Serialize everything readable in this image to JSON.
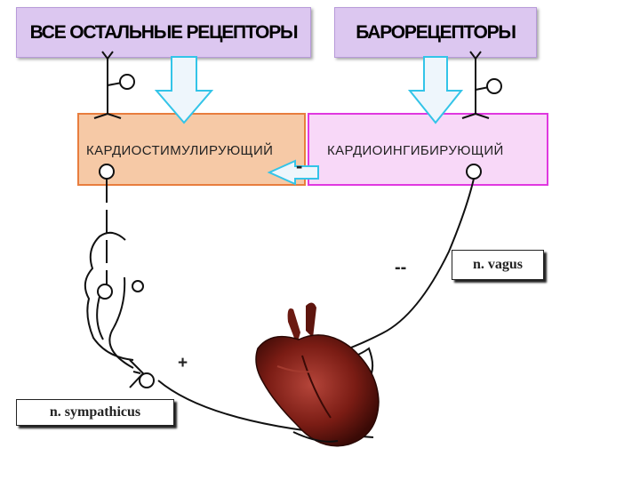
{
  "receptors": {
    "other": "ВСЕ ОСТАЛЬНЫЕ РЕЦЕПТОРЫ",
    "baro": "БАРОРЕЦЕПТОРЫ"
  },
  "centers": {
    "stimulating": "КАРДИОСТИМУЛИРУЮЩИЙ",
    "inhibiting": "КАРДИОИНГИБИРУЮЩИЙ"
  },
  "nerves": {
    "vagus": "n. vagus",
    "sympathicus": "n. sympathicus"
  },
  "signs": {
    "inhibition": "-",
    "vagus_effect": "--",
    "sympathetic_effect": "+"
  },
  "colors": {
    "receptor_fill": "#dcc7f0",
    "stimulating_fill": "#f6c9a6",
    "stimulating_border": "#e87d3e",
    "inhibiting_fill": "#f8d8f8",
    "inhibiting_border": "#e038e0",
    "arrow_fill": "#eef6fc",
    "arrow_border": "#33c4e8",
    "heart": "#7a1c14"
  },
  "icons": {
    "heart": "anatomical-heart-icon"
  }
}
